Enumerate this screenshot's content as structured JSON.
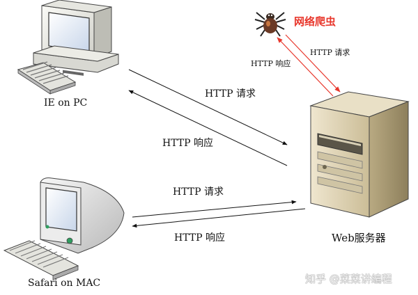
{
  "clients": [
    {
      "label": "IE on PC"
    },
    {
      "label": "Safari on MAC"
    }
  ],
  "server": {
    "label": "Web服务器"
  },
  "spider": {
    "label": "网络爬虫",
    "request": "HTTP 请求",
    "response": "HTTP 响应"
  },
  "pc_link": {
    "request": "HTTP 请求",
    "response": "HTTP 响应"
  },
  "mac_link": {
    "request": "HTTP 请求",
    "response": "HTTP 响应"
  },
  "watermark": "知乎 @菜菜讲编程",
  "colors": {
    "spider_arrow": "#e8372c",
    "arrows": "#111111"
  }
}
